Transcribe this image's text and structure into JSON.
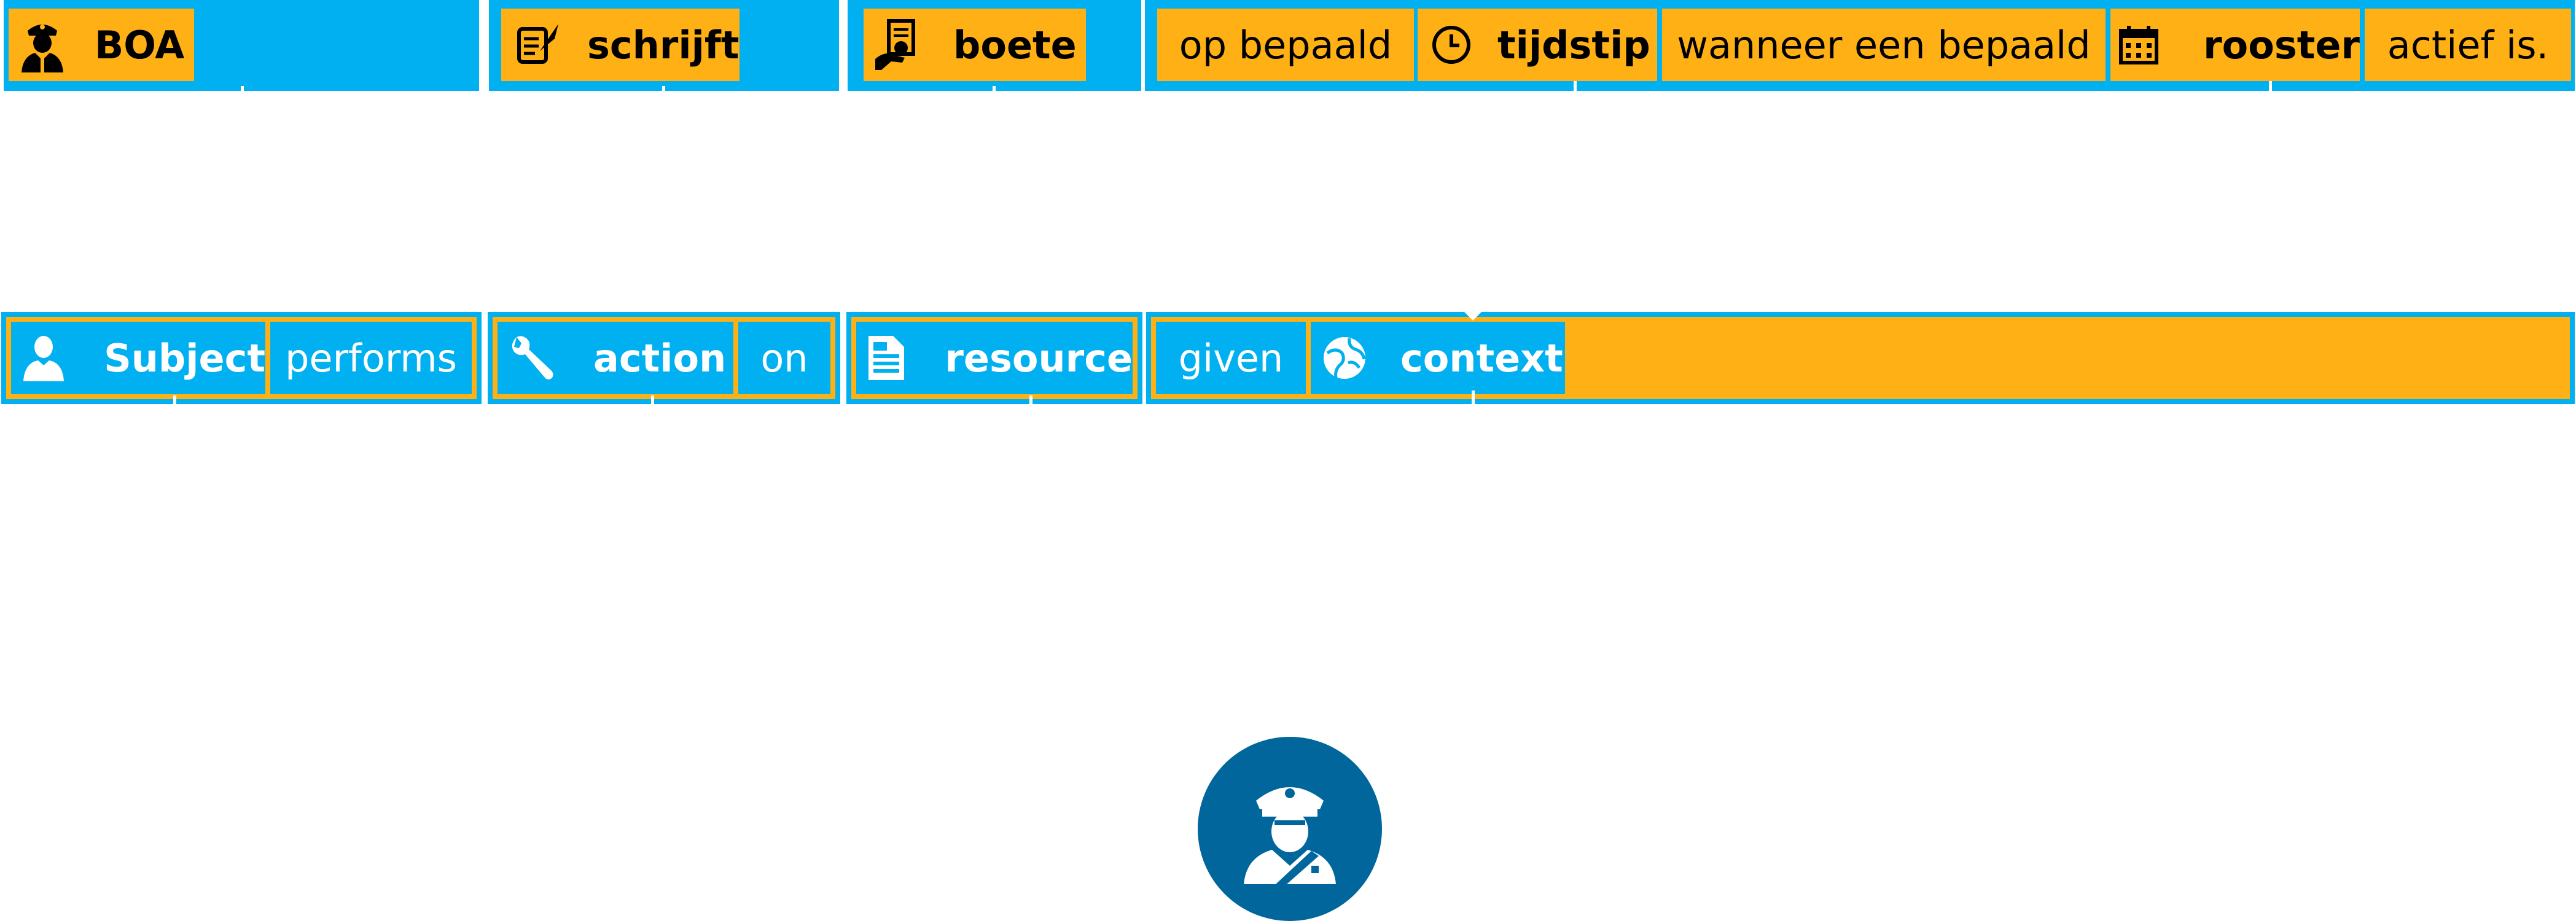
{
  "colors": {
    "blue": "#00b0f0",
    "orange": "#ffb014",
    "dark_blue": "#00669c"
  },
  "row1": {
    "boa": {
      "label": "BOA",
      "icon": "officer-icon"
    },
    "schrijft": {
      "label": "schrijft",
      "icon": "quill-scroll-icon"
    },
    "boete": {
      "label": "boete",
      "icon": "fine-ticket-icon"
    },
    "context": {
      "op_bepaald": "op bepaald",
      "tijdstip": {
        "label": "tijdstip",
        "icon": "clock-icon"
      },
      "wanneer": "wanneer een bepaald",
      "rooster": {
        "label": "rooster",
        "icon": "calendar-icon"
      },
      "actief": "actief is."
    }
  },
  "row2": {
    "subject": {
      "label": "Subject",
      "icon": "person-icon"
    },
    "performs": "performs",
    "action": {
      "label": "action",
      "icon": "wrench-icon"
    },
    "on": "on",
    "resource": {
      "label": "resource",
      "icon": "document-icon"
    },
    "given": "given",
    "context": {
      "label": "context",
      "icon": "globe-icon"
    }
  },
  "bottom": {
    "icon": "police-officer-icon"
  }
}
